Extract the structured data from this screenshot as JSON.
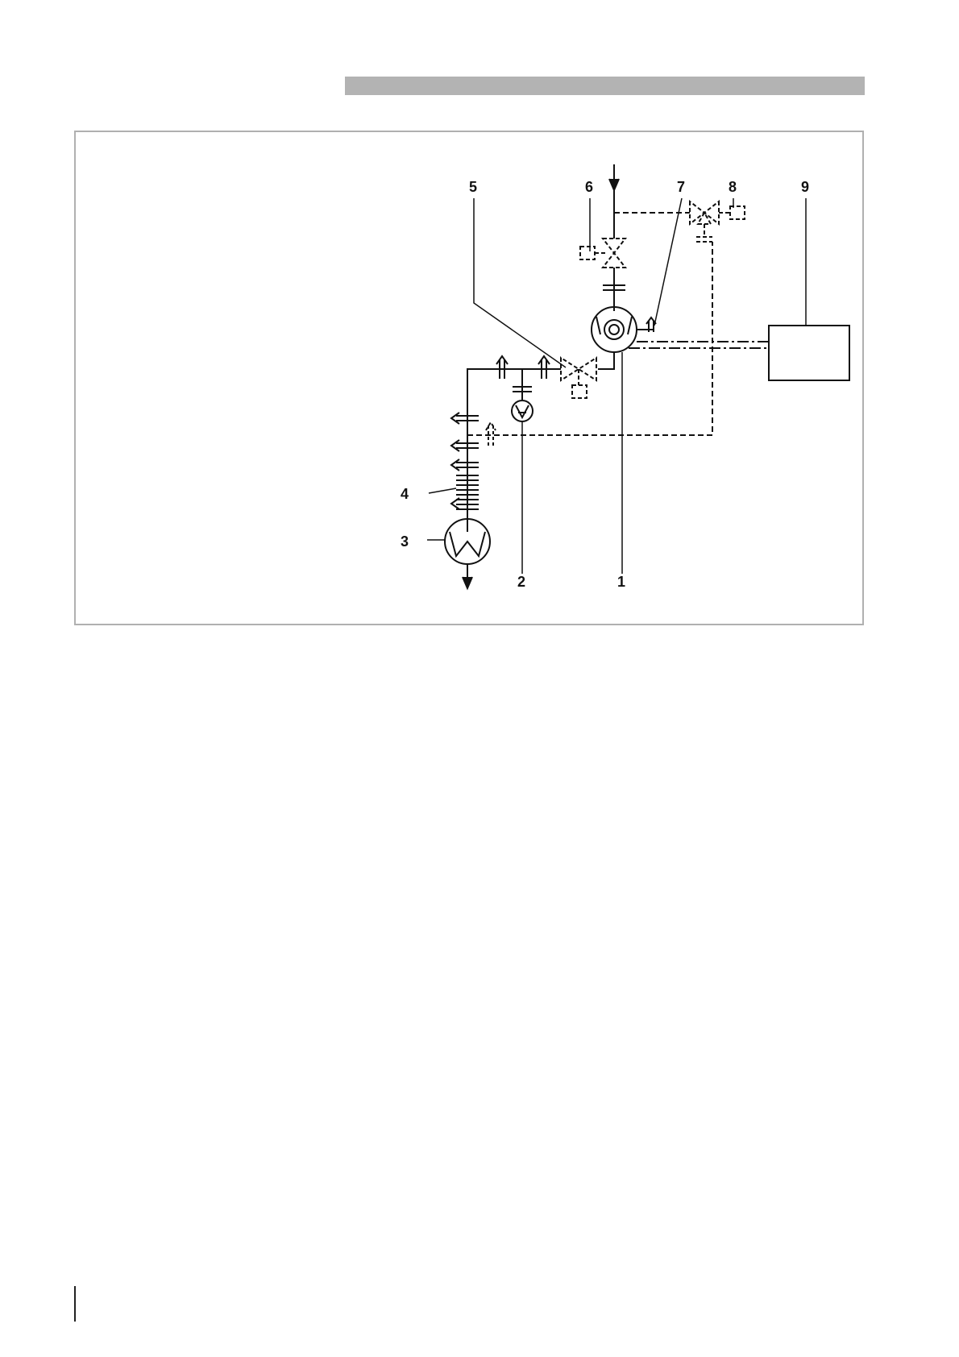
{
  "header": {
    "bar_color": "#b3b3b3"
  },
  "figure": {
    "frame_color": "#b0b0b0",
    "line_color": "#111111",
    "callouts": [
      {
        "id": "1",
        "text": "1"
      },
      {
        "id": "2",
        "text": "2"
      },
      {
        "id": "3",
        "text": "3"
      },
      {
        "id": "4",
        "text": "4"
      },
      {
        "id": "5",
        "text": "5"
      },
      {
        "id": "6",
        "text": "6"
      },
      {
        "id": "7",
        "text": "7"
      },
      {
        "id": "8",
        "text": "8"
      },
      {
        "id": "9",
        "text": "9"
      }
    ]
  }
}
